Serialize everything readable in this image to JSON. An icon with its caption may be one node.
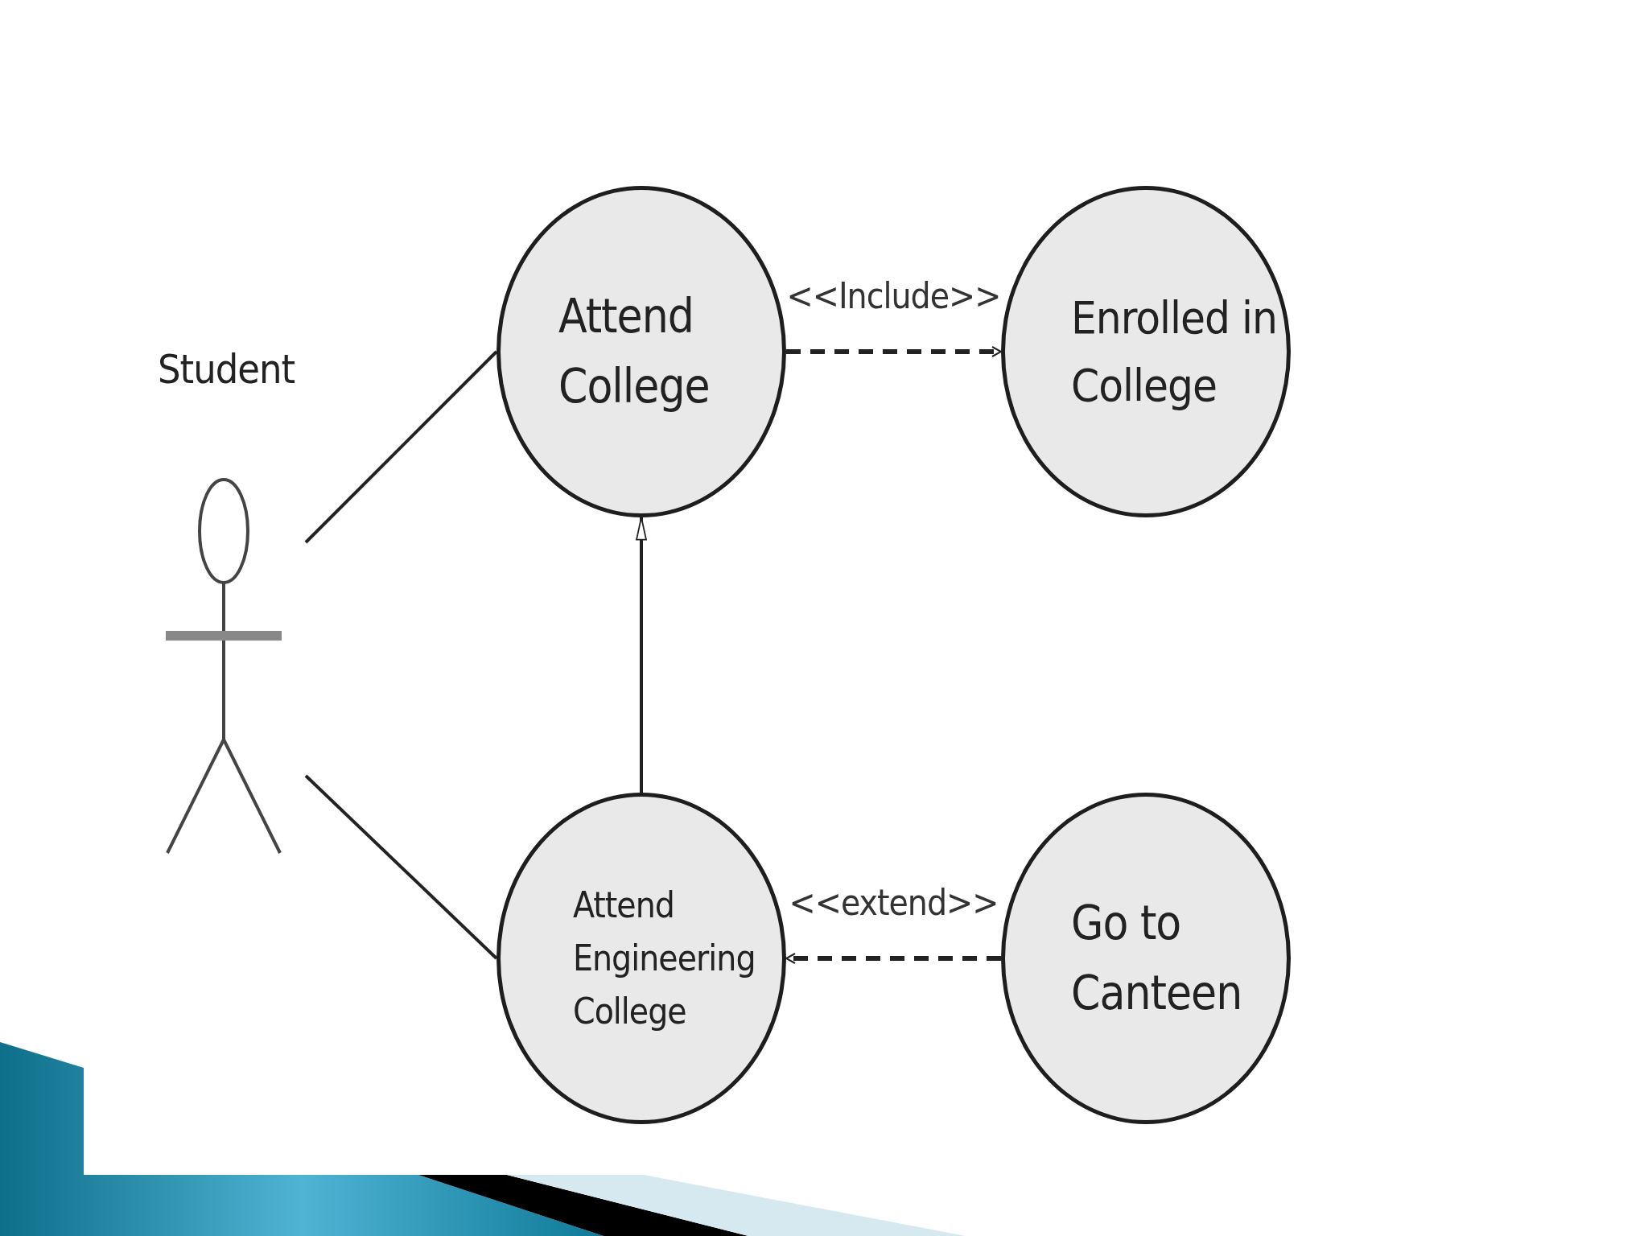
{
  "diagram": {
    "nodes": [
      {
        "text": [
          "Student"
        ]
      },
      {
        "text": [
          "Attend College"
        ]
      },
      {
        "text": [
          "Enrolled in College"
        ]
      },
      {
        "text": [
          "Attend Engineering College"
        ]
      },
      {
        "text": [
          "Go to Canteen"
        ]
      }
    ],
    "edges": [
      {
        "from": 0,
        "to": 1,
        "arrow": "none"
      },
      {
        "from": 0,
        "to": 3,
        "arrow": "none"
      },
      {
        "from": 1,
        "to": 2,
        "arrow": "to",
        "style": "dashed",
        "label": "<<Include>>"
      },
      {
        "from": 3,
        "to": 1,
        "arrow": "to"
      },
      {
        "from": 4,
        "to": 3,
        "arrow": "to",
        "style": "dashed",
        "label": "<<extend>>"
      }
    ]
  }
}
